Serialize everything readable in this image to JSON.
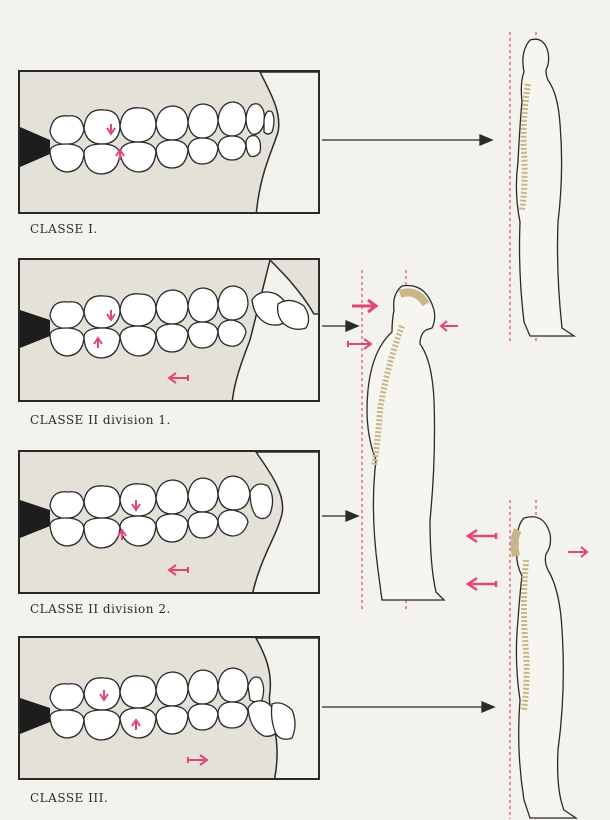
{
  "figure": {
    "classes": [
      {
        "id": "c1",
        "caption": "CLASSE I."
      },
      {
        "id": "c2d1",
        "caption": "CLASSE II division 1."
      },
      {
        "id": "c2d2",
        "caption": "CLASSE II division 2."
      },
      {
        "id": "c3",
        "caption": "CLASSE III."
      }
    ]
  },
  "colors": {
    "arrow": "#e0457b",
    "guide_line": "#e0457b",
    "ink": "#2a2a2a",
    "panel_bg": "#e3e1d8",
    "spine": "#c9b58a"
  }
}
